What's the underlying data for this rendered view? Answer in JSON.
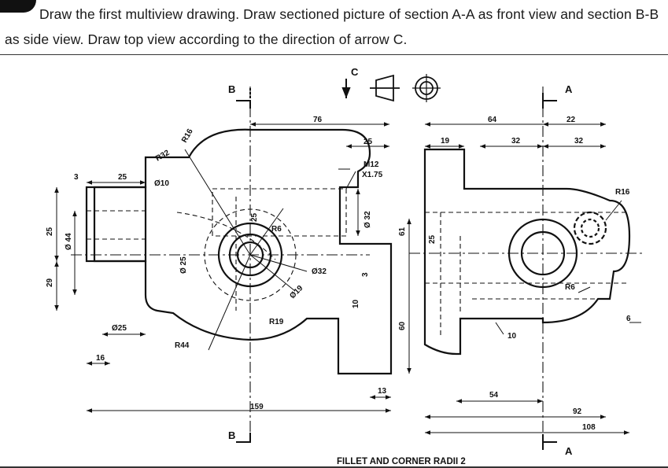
{
  "instruction": {
    "line1": "Draw the first multiview drawing. Draw sectioned picture of section A-A as front view and section B-B",
    "line2": "as side view. Draw top view according to the direction of arrow C."
  },
  "labels": {
    "B_top": "B",
    "B_bottom": "B",
    "C": "C",
    "A_top": "A",
    "A_bottom": "A",
    "note": "FILLET AND CORNER RADII 2"
  },
  "dims": {
    "d76": "76",
    "d25_top": "25",
    "m12": "M12",
    "x175": "X1.75",
    "r16_left": "R16",
    "r32": "R32",
    "d10": "Ø10",
    "n3": "3",
    "n25_left": "25",
    "r6": "R6",
    "n25_hub": "25",
    "d32_v": "Ø 32",
    "d32_c": "Ø32",
    "d19": "Ø19",
    "r19": "R19",
    "d25_v": "Ø 25",
    "r44": "R44",
    "d25_bot": "Ø25",
    "n16": "16",
    "n159": "159",
    "n13": "13",
    "n10_v": "10",
    "n3_v": "3",
    "n25_side_v": "25",
    "n25_far": "25",
    "d44": "Ø 44",
    "n29": "29",
    "n61": "61",
    "n60": "60",
    "n19": "19",
    "n64": "64",
    "n22": "22",
    "n32a": "32",
    "n32b": "32",
    "r16_right": "R16",
    "r6_right": "R6",
    "n10_right": "10",
    "n6": "6",
    "n54": "54",
    "n92": "92",
    "n108": "108"
  }
}
